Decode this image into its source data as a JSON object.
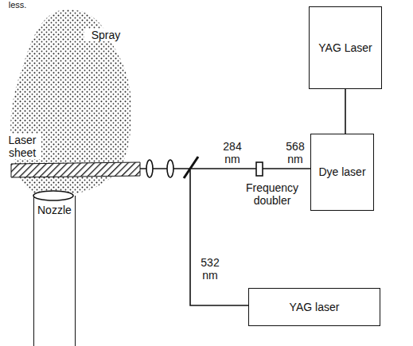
{
  "diagram": {
    "nodes": [
      {
        "text": [
          "YAG Laser"
        ]
      },
      {
        "text": [
          "Dye laser"
        ]
      },
      {
        "text": [
          "YAG laser"
        ]
      },
      {
        "text": [
          "Nozzle"
        ]
      }
    ],
    "edges": [
      {
        "from": 0,
        "to": 1,
        "arrow": "none"
      }
    ],
    "labels": [
      "less.",
      "Spray",
      "Laser sheet",
      "284 nm",
      "568 nm",
      "Frequency doubler",
      "532 nm"
    ]
  }
}
